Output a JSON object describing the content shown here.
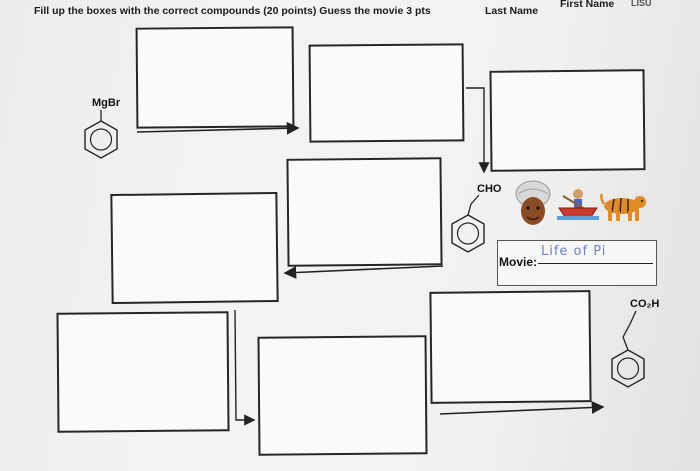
{
  "header": {
    "instruction": "Fill up the boxes with the correct compounds (20 points) Guess the movie 3 pts",
    "last_name": "Last Name",
    "first_name": "First Name",
    "cut_label": "LISU"
  },
  "molecules": {
    "start_label": "MgBr",
    "aldehyde_label": "CHO",
    "acid_label": "CO₂H"
  },
  "movie": {
    "label": "Movie:",
    "answer": "Life of Pi"
  },
  "emoji": [
    "person-turban-emoji",
    "rowboat-emoji",
    "tiger-emoji"
  ],
  "colors": {
    "ink": "#222222",
    "handwriting": "#6f7fc8"
  }
}
